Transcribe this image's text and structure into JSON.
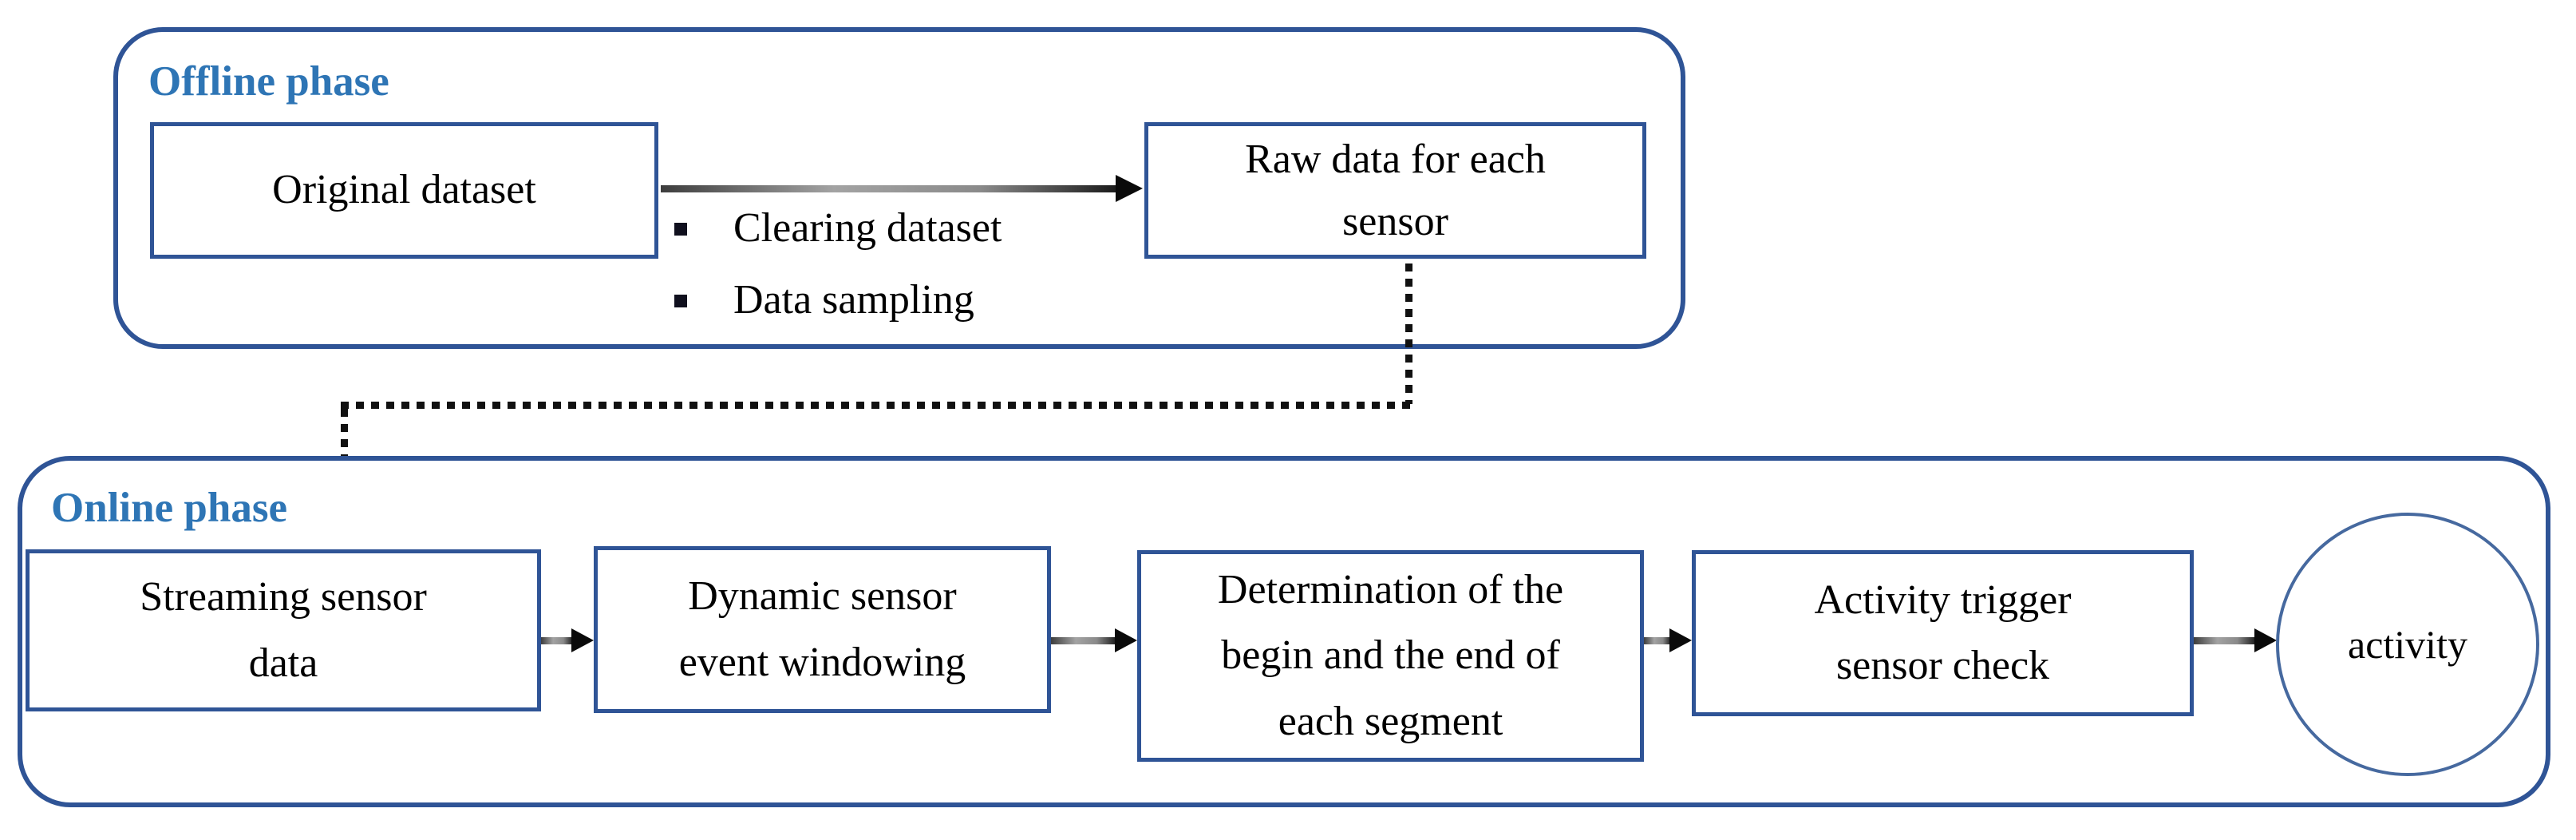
{
  "diagram": {
    "offline_phase": {
      "label": "Offline phase",
      "original_dataset_box": {
        "lines": [
          "Original  dataset"
        ]
      },
      "process_bullets": [
        "Clearing dataset",
        "Data sampling"
      ],
      "raw_data_box": {
        "lines": [
          "Raw data for each",
          "sensor"
        ]
      }
    },
    "online_phase": {
      "label": "Online phase",
      "streaming_box": {
        "lines": [
          "Streaming sensor",
          "data"
        ]
      },
      "windowing_box": {
        "lines": [
          "Dynamic sensor",
          "event windowing"
        ]
      },
      "segmentation_box": {
        "lines": [
          "Determination of the",
          "begin and the end of",
          "each segment"
        ]
      },
      "trigger_box": {
        "lines": [
          "Activity trigger",
          "sensor check"
        ]
      },
      "activity_circle": {
        "label": "activity"
      }
    },
    "colors": {
      "container_border": "#2F5496",
      "box_border": "#2F5496",
      "phase_label_text": "#2E75B5",
      "body_text": "#000000",
      "arrow_line_gray": "#8a8a8a",
      "arrow_head_black": "#0a0a0a",
      "dotted_connector": "#111111",
      "circle_border": "#46699F",
      "background": "#ffffff"
    }
  }
}
